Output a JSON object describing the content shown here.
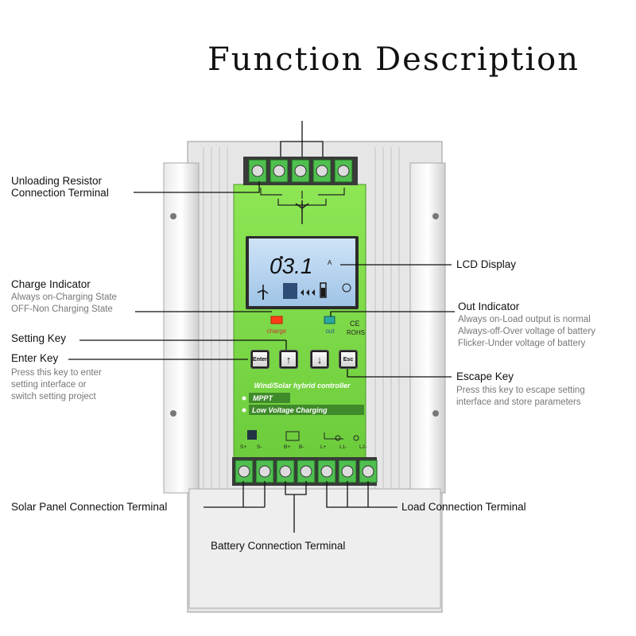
{
  "title": "Function Description",
  "labels": {
    "unloading": [
      "Unloading Resistor",
      "Connection Terminal"
    ],
    "lcd": "LCD Display",
    "charge_indicator": {
      "title": "Charge Indicator",
      "lines": [
        "Always on-Charging State",
        "OFF-Non Charging State"
      ]
    },
    "out_indicator": {
      "title": "Out Indicator",
      "lines": [
        "Always on-Load output is normal",
        "Always-off-Over voltage of battery",
        "Flicker-Under voltage of battery"
      ]
    },
    "setting_key": "Setting Key",
    "enter_key": {
      "title": "Enter Key",
      "lines": [
        "Press this key to enter",
        "setting interface or",
        "switch setting project"
      ]
    },
    "escape_key": {
      "title": "Escape Key",
      "lines": [
        "Press this key to escape setting",
        "interface and store parameters"
      ]
    },
    "solar_terminal": "Solar Panel Connection Terminal",
    "load_terminal": "Load Connection Terminal",
    "battery_terminal": "Battery Connection Terminal"
  },
  "device": {
    "lcd_value": "03.1",
    "lcd_unit": "A",
    "charge_led": "charge",
    "out_led": "out",
    "ce": "CE",
    "rohs": "ROHS",
    "keys": {
      "enter": "Enter",
      "up": "↑",
      "down": "↓",
      "esc": "Esc"
    },
    "banner": "Wind/Solar hybrid controller",
    "feature1": "MPPT",
    "feature2": "Low Voltage Charging",
    "terminals": {
      "solar": [
        "S+",
        "S-"
      ],
      "battery": [
        "B+",
        "B-"
      ],
      "load": [
        "L+",
        "L1-",
        "L2-"
      ]
    }
  },
  "colors": {
    "panel_green": "#7dd84a",
    "led_red": "#ff3b1a",
    "led_teal": "#2aa8a0",
    "lcd_blue": "#bcd8f0"
  }
}
